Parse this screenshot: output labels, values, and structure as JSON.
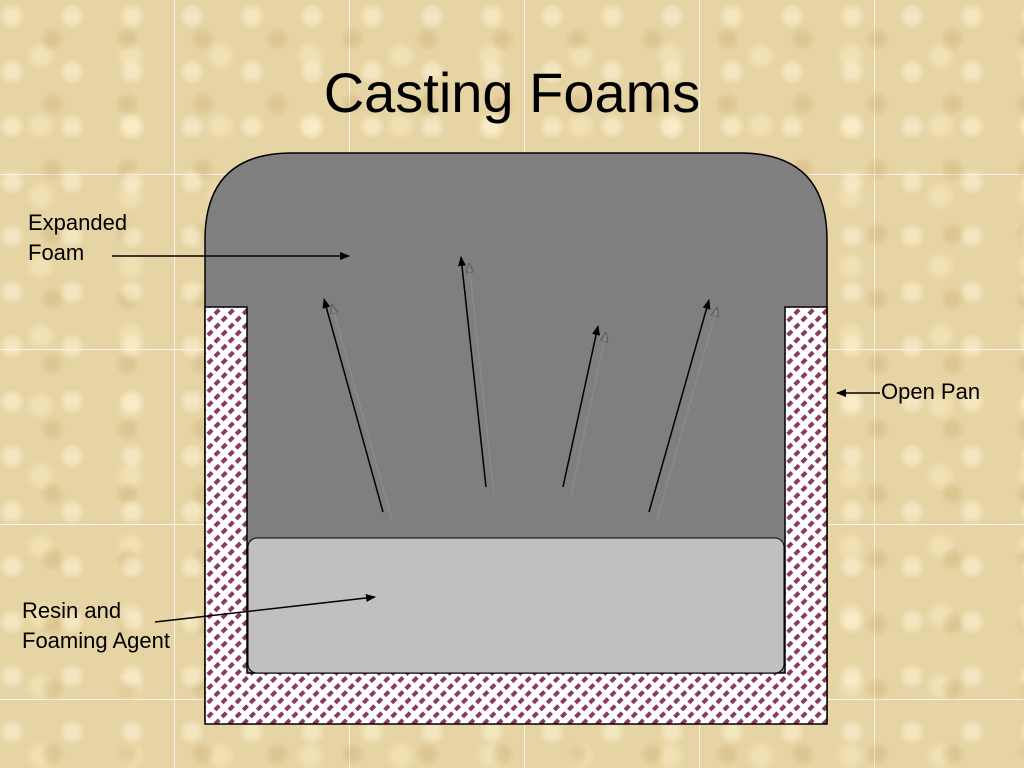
{
  "title": "Casting Foams",
  "labels": {
    "expanded_foam": [
      "Expanded",
      "Foam"
    ],
    "resin": [
      "Resin and",
      "Foaming Agent"
    ],
    "open_pan": "Open Pan"
  },
  "colors": {
    "foam": "#7f7f7f",
    "resin": "#c0c0c0",
    "pan_hatch": "#8b3a62"
  }
}
